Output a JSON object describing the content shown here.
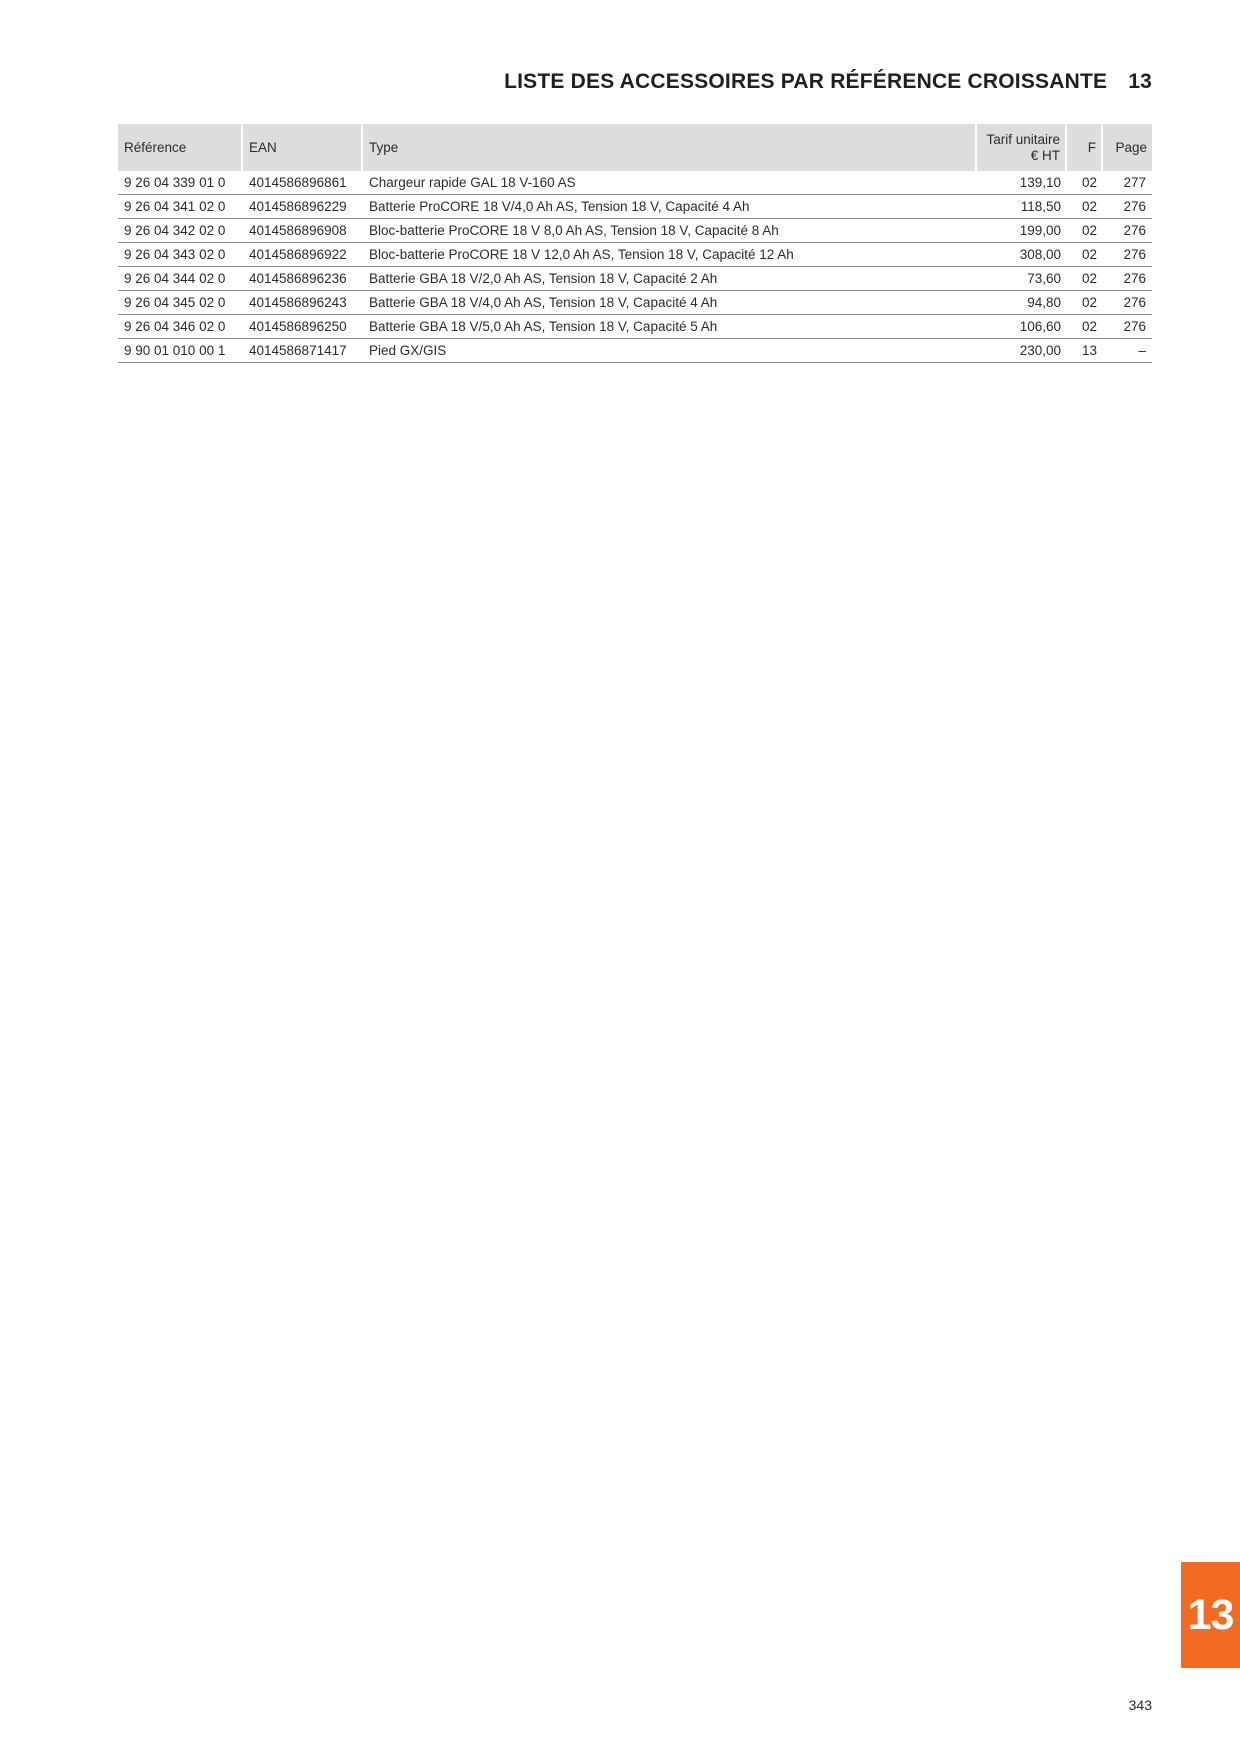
{
  "page": {
    "title": "LISTE DES ACCESSOIRES PAR RÉFÉRENCE CROISSANTE",
    "chapter": "13"
  },
  "table": {
    "headers": {
      "reference": "Référence",
      "ean": "EAN",
      "type": "Type",
      "price_line1": "Tarif unitaire",
      "price_line2": "€ HT",
      "f": "F",
      "page": "Page"
    },
    "rows": [
      {
        "reference": "9 26 04 339 01 0",
        "ean": "4014586896861",
        "type": "Chargeur rapide GAL 18 V-160 AS",
        "price": "139,10",
        "f": "02",
        "page": "277"
      },
      {
        "reference": "9 26 04 341 02 0",
        "ean": "4014586896229",
        "type": "Batterie ProCORE 18 V/4,0 Ah AS, Tension 18 V, Capacité 4 Ah",
        "price": "118,50",
        "f": "02",
        "page": "276"
      },
      {
        "reference": "9 26 04 342 02 0",
        "ean": "4014586896908",
        "type": "Bloc-batterie ProCORE 18 V 8,0 Ah AS, Tension 18 V, Capacité 8 Ah",
        "price": "199,00",
        "f": "02",
        "page": "276"
      },
      {
        "reference": "9 26 04 343 02 0",
        "ean": "4014586896922",
        "type": "Bloc-batterie ProCORE 18 V 12,0 Ah AS, Tension 18 V, Capacité 12 Ah",
        "price": "308,00",
        "f": "02",
        "page": "276"
      },
      {
        "reference": "9 26 04 344 02 0",
        "ean": "4014586896236",
        "type": "Batterie GBA 18 V/2,0 Ah AS, Tension 18 V, Capacité 2 Ah",
        "price": "73,60",
        "f": "02",
        "page": "276"
      },
      {
        "reference": "9 26 04 345 02 0",
        "ean": "4014586896243",
        "type": "Batterie GBA 18 V/4,0 Ah AS, Tension 18 V, Capacité 4 Ah",
        "price": "94,80",
        "f": "02",
        "page": "276"
      },
      {
        "reference": "9 26 04 346 02 0",
        "ean": "4014586896250",
        "type": "Batterie GBA 18 V/5,0 Ah AS, Tension 18 V, Capacité 5 Ah",
        "price": "106,60",
        "f": "02",
        "page": "276"
      },
      {
        "reference": "9 90 01 010 00 1",
        "ean": "4014586871417",
        "type": "Pied GX/GIS",
        "price": "230,00",
        "f": "13",
        "page": "–"
      }
    ]
  },
  "side_tab": {
    "label": "13"
  },
  "footer": {
    "page_number": "343"
  },
  "colors": {
    "accent": "#f26b21",
    "header_bg": "#dcdddf",
    "rule": "#8e8e8e",
    "text": "#2b2b2b"
  }
}
